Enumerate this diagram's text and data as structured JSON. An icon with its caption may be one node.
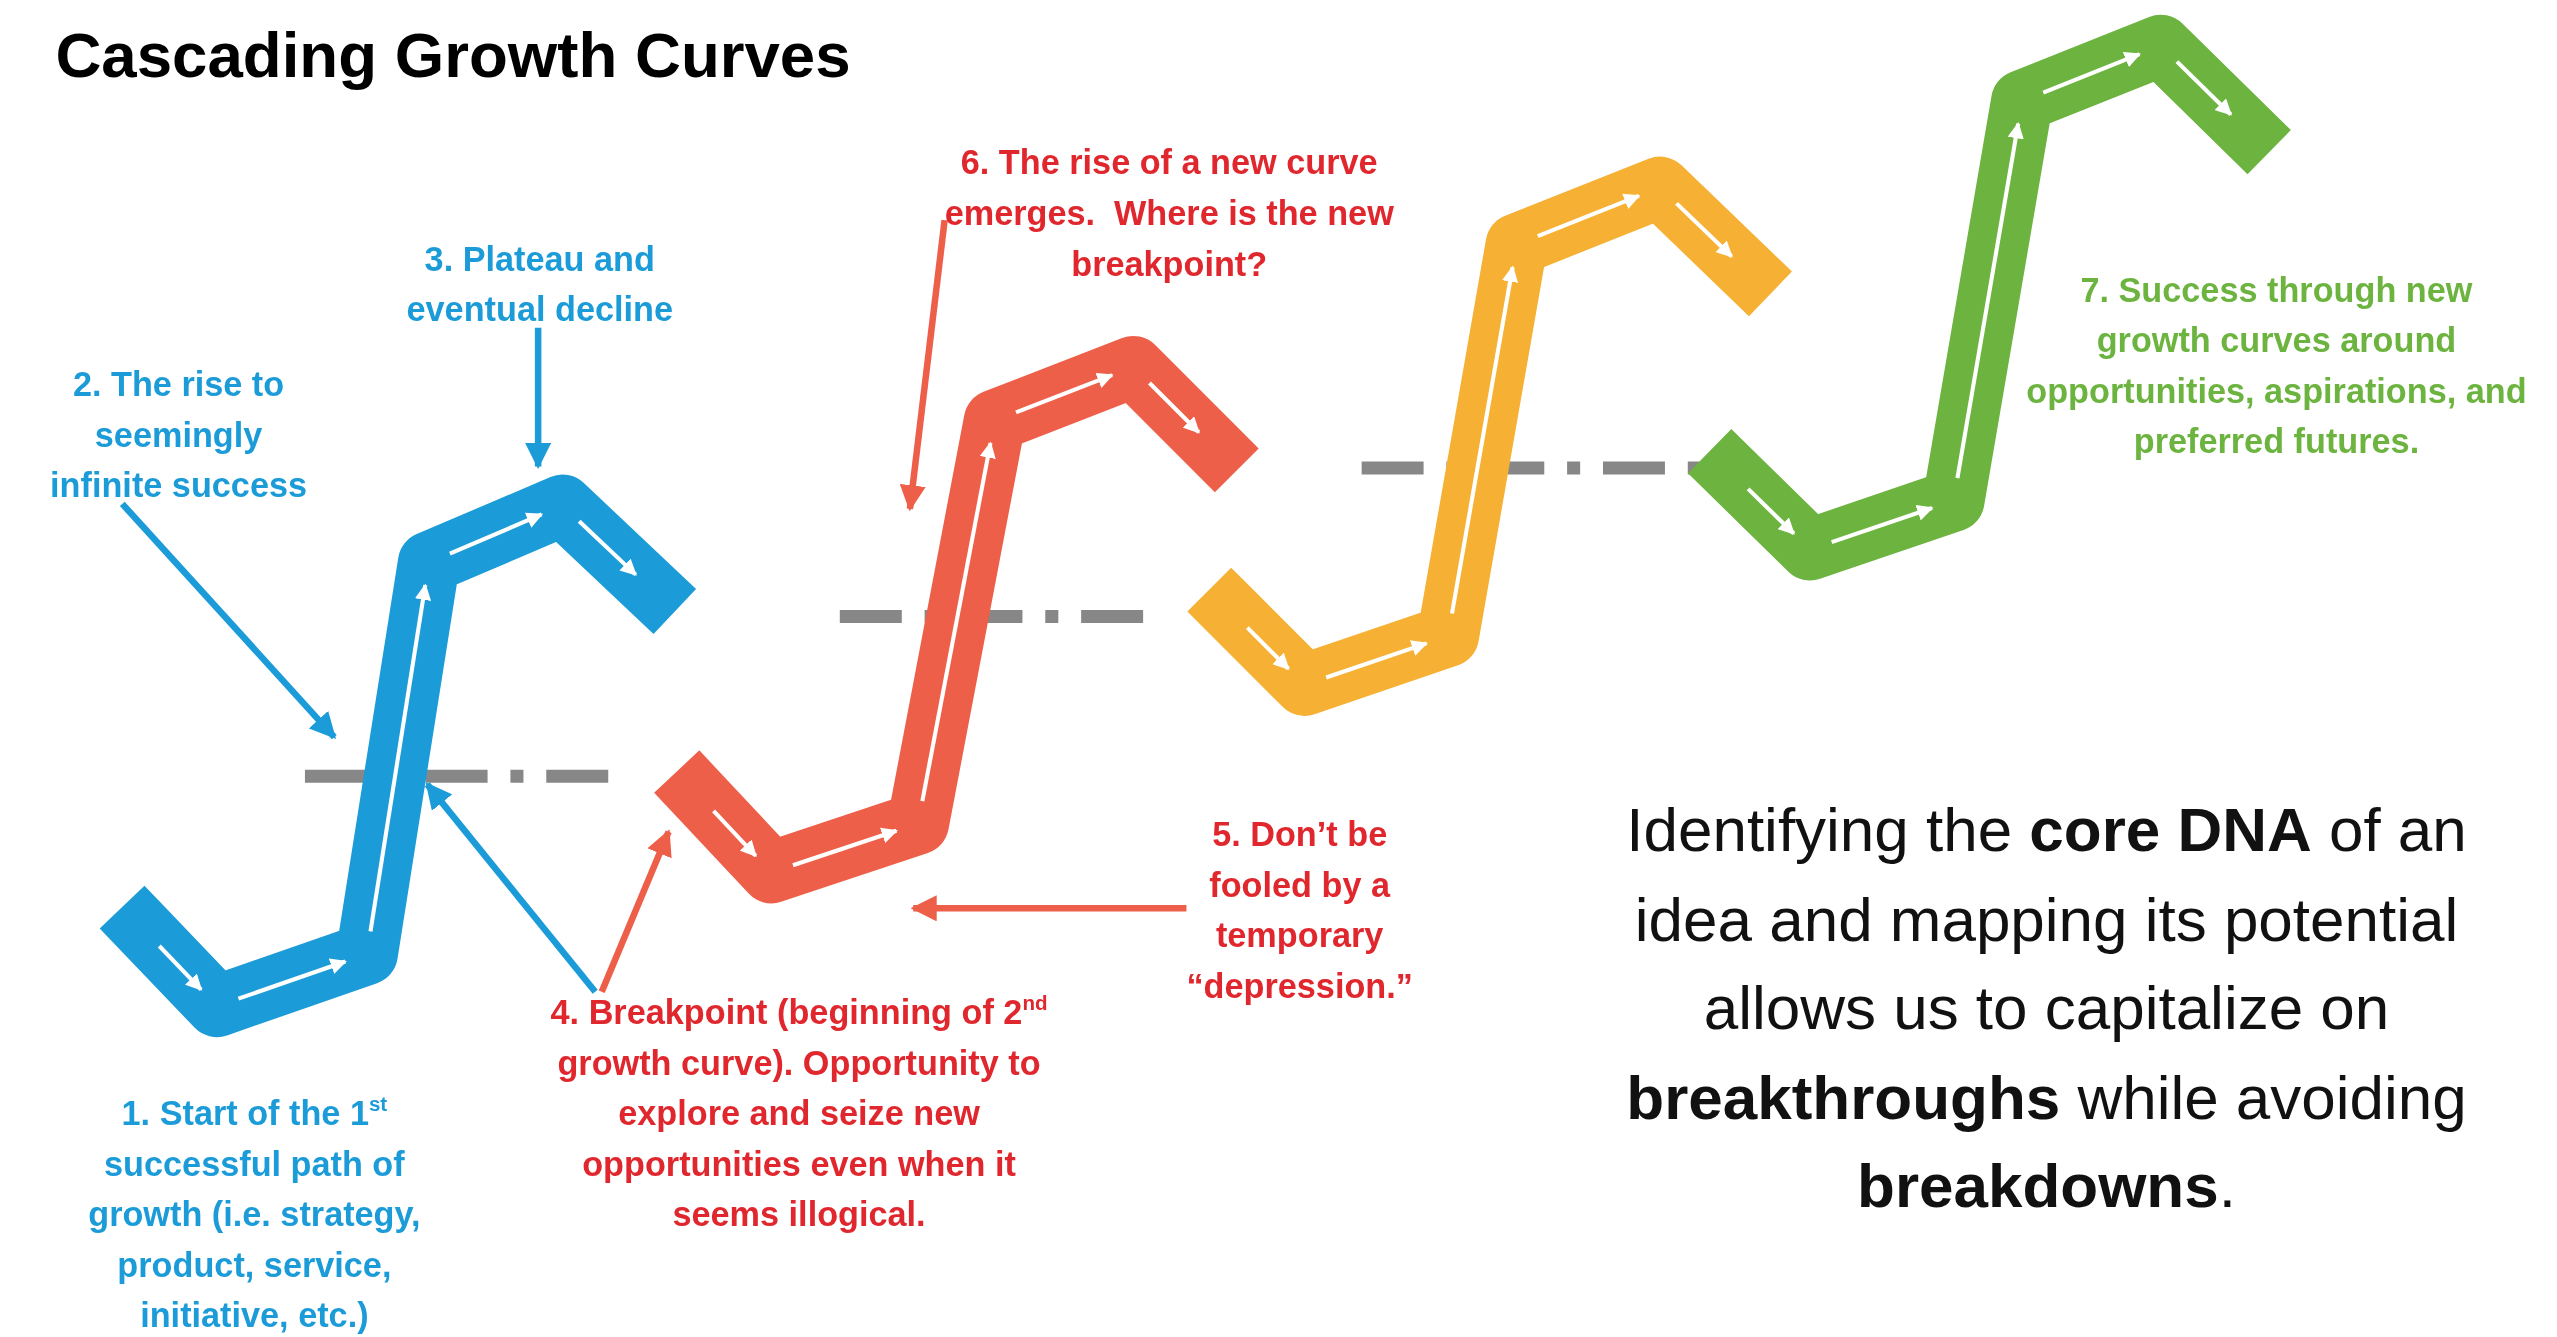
{
  "diagram": {
    "title": "Cascading Growth Curves",
    "nodes": [
      {
        "text": [
          "2. The rise to seemingly infinite success"
        ]
      },
      {
        "text": [
          "3. Plateau and eventual decline"
        ]
      },
      {
        "text": [],
        "shape": "curve"
      },
      {
        "text": [
          "6. The rise of a new curve emerges.  Where is the new breakpoint?"
        ]
      },
      {
        "text": [],
        "shape": "curve"
      },
      {
        "text": [],
        "shape": "curve"
      },
      {
        "text": [],
        "shape": "curve"
      },
      {
        "text": [
          "7. Success through new growth curves around opportunities, aspirations, and preferred futures."
        ]
      },
      {
        "text": [
          "5. Don’t be fooled by a temporary “depression.”"
        ]
      },
      {
        "text": [
          "4. Breakpoint (beginning of 2$^{nd}$ growth curve). Opportunity to explore and seize new opportunities even when it seems illogical."
        ]
      },
      {
        "text": [
          "1. Start of the 1$^{st}$ successful path of growth (i.e. strategy, product, service, initiative, etc.)"
        ]
      }
    ],
    "edges": [
      {
        "from": 0,
        "to": 2,
        "arrow": "to",
        "color": "#1b9bd7"
      },
      {
        "from": 1,
        "to": 2,
        "arrow": "to",
        "color": "#1b9bd7"
      },
      {
        "from": 9,
        "to": 2,
        "arrow": "to",
        "color": "#1b9bd7"
      },
      {
        "from": 9,
        "to": 4,
        "arrow": "to",
        "color": "#ee5f4a"
      },
      {
        "from": 8,
        "to": 4,
        "arrow": "to",
        "color": "#ee5f4a"
      },
      {
        "from": 3,
        "to": 4,
        "arrow": "to",
        "color": "#ee5f4a"
      }
    ],
    "labels": [
      "Identifying the **core DNA** of an idea and mapping its potential allows us to capitalize on **breakthroughs** while avoiding **breakdowns**."
    ]
  }
}
